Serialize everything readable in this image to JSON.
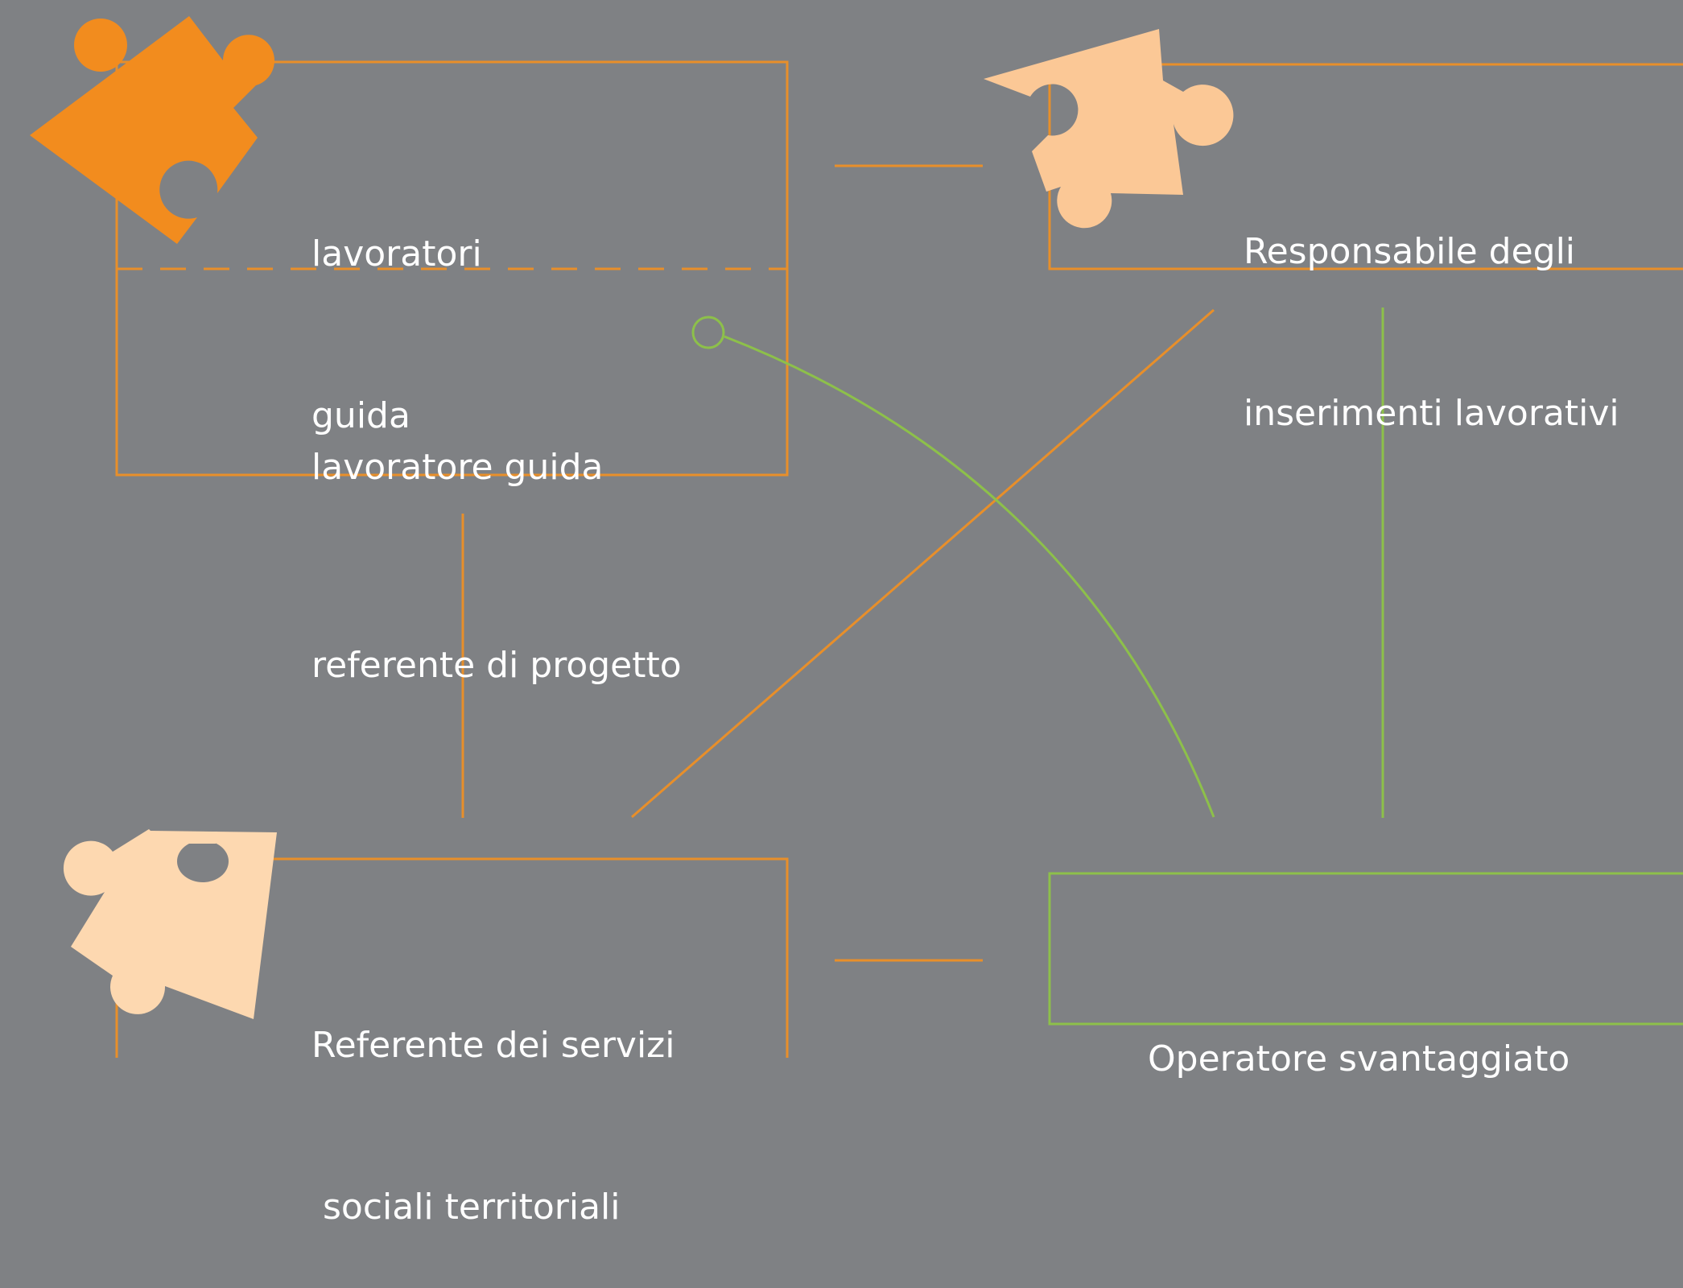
{
  "colors": {
    "background": "#7f8184",
    "orange": "#f28c1e",
    "orange_line": "#e88f2a",
    "peach": "#fbc896",
    "peach_light": "#fdd8b0",
    "green": "#8dc04a",
    "text": "#ffffff"
  },
  "nodes": {
    "lavoratori_guida": {
      "line1": "lavoratori",
      "line2": "guida",
      "icon": "puzzle-piece-icon"
    },
    "lavoratore_guida_referente": {
      "line1": "lavoratore guida",
      "line2": "referente di progetto"
    },
    "responsabile": {
      "line1": "Responsabile degli",
      "line2": "inserimenti lavorativi",
      "icon": "puzzle-piece-icon"
    },
    "referente_servizi": {
      "line1": "Referente dei servizi",
      "line2": " sociali territoriali",
      "icon": "puzzle-piece-icon"
    },
    "operatore": {
      "line1": "Operatore svantaggiato"
    }
  }
}
